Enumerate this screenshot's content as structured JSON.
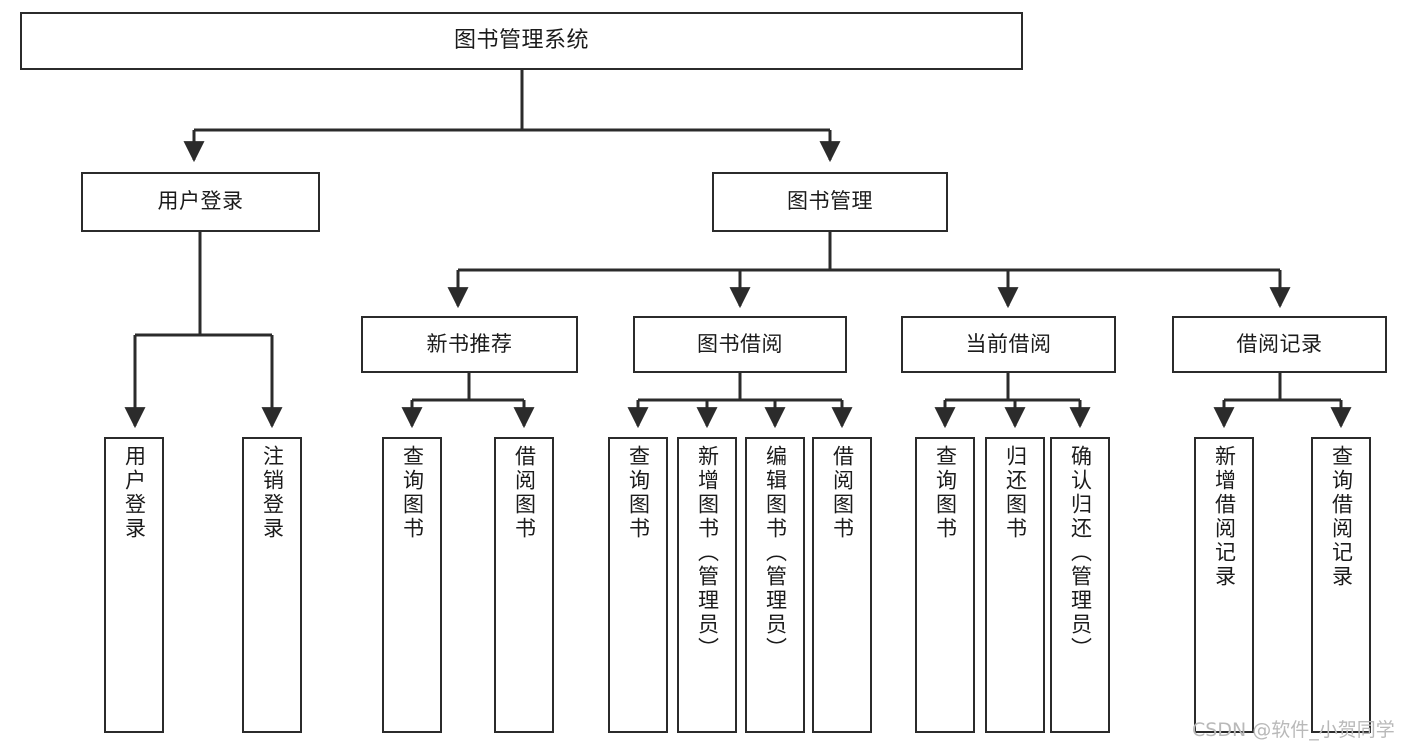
{
  "diagram": {
    "type": "tree-hierarchy",
    "title": "图书管理系统",
    "orientation": "top-down",
    "colors": {
      "background": "#ffffff",
      "box_border": "#2b2b2b",
      "box_fill": "#ffffff",
      "text": "#1b1b1b",
      "edge": "#2b2b2b",
      "watermark": "#b9b9b9"
    }
  },
  "nodes": {
    "root": {
      "label": "图书管理系统",
      "level": 0
    },
    "level1": [
      {
        "id": "user-login",
        "label": "用户登录"
      },
      {
        "id": "book-management",
        "label": "图书管理"
      }
    ],
    "level2": [
      {
        "id": "new-book-recommend",
        "label": "新书推荐",
        "parent": "book-management"
      },
      {
        "id": "book-borrow",
        "label": "图书借阅",
        "parent": "book-management"
      },
      {
        "id": "current-borrow",
        "label": "当前借阅",
        "parent": "book-management"
      },
      {
        "id": "borrow-record",
        "label": "借阅记录",
        "parent": "book-management"
      }
    ],
    "leaves": {
      "user-login": [
        {
          "id": "leaf-user-login",
          "label": "用户登录"
        },
        {
          "id": "leaf-logout-login",
          "label": "注销登录"
        }
      ],
      "new-book-recommend": [
        {
          "id": "leaf-query-book-1",
          "label": "查询图书"
        },
        {
          "id": "leaf-borrow-book-1",
          "label": "借阅图书"
        }
      ],
      "book-borrow": [
        {
          "id": "leaf-query-book-2",
          "label": "查询图书"
        },
        {
          "id": "leaf-add-book",
          "label": "新增图书（管理员）"
        },
        {
          "id": "leaf-edit-book",
          "label": "编辑图书（管理员）"
        },
        {
          "id": "leaf-borrow-book-2",
          "label": "借阅图书"
        }
      ],
      "current-borrow": [
        {
          "id": "leaf-query-book-3",
          "label": "查询图书"
        },
        {
          "id": "leaf-return-book",
          "label": "归还图书"
        },
        {
          "id": "leaf-confirm-return",
          "label": "确认归还（管理员）"
        }
      ],
      "borrow-record": [
        {
          "id": "leaf-add-record",
          "label": "新增借阅记录"
        },
        {
          "id": "leaf-query-record",
          "label": "查询借阅记录"
        }
      ]
    }
  },
  "watermark": {
    "text": "CSDN @软件_小贺同学"
  }
}
